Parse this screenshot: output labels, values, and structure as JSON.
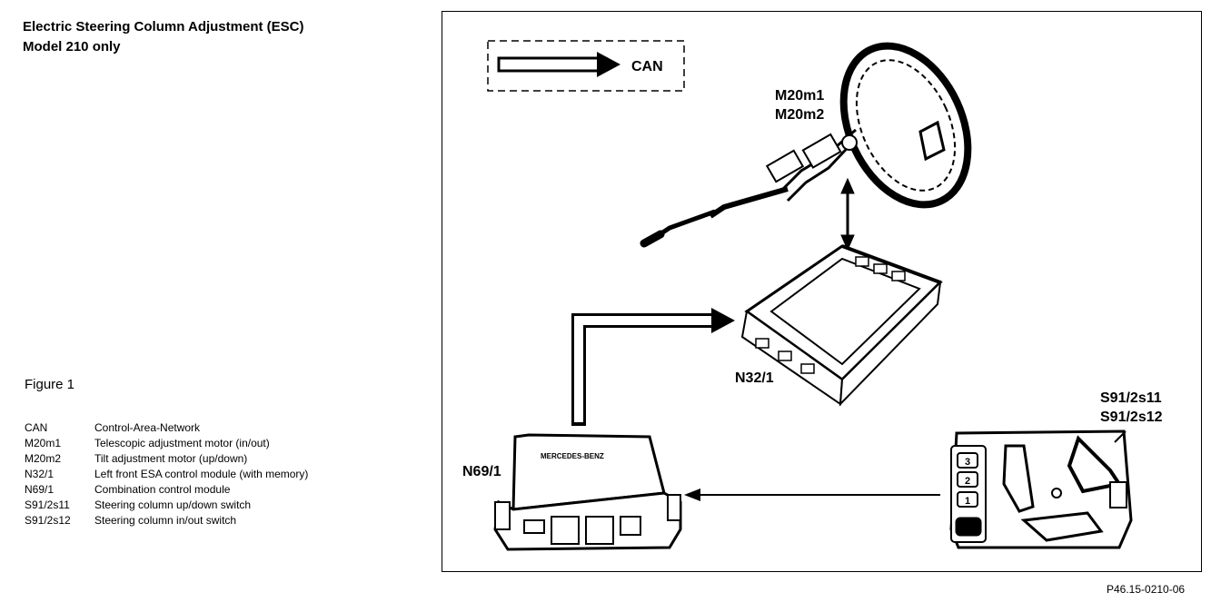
{
  "header": {
    "title_line1": "Electric Steering Column Adjustment (ESC)",
    "title_line2": "Model 210 only"
  },
  "figure_label": "Figure 1",
  "legend": [
    {
      "code": "CAN",
      "desc": "Control-Area-Network"
    },
    {
      "code": "M20m1",
      "desc": "Telescopic adjustment motor (in/out)"
    },
    {
      "code": "M20m2",
      "desc": "Tilt adjustment motor (up/down)"
    },
    {
      "code": "N32/1",
      "desc": "Left front ESA control module (with memory)"
    },
    {
      "code": "N69/1",
      "desc": "Combination control module"
    },
    {
      "code": "S91/2s11",
      "desc": "Steering column up/down switch"
    },
    {
      "code": "S91/2s12",
      "desc": "Steering column in/out switch"
    }
  ],
  "diagram": {
    "can_key": "CAN",
    "motor_label_1": "M20m1",
    "motor_label_2": "M20m2",
    "module_n32": "N32/1",
    "module_n69": "N69/1",
    "switch_label_1": "S91/2s11",
    "switch_label_2": "S91/2s12",
    "n69_brand": "MERCEDES-BENZ",
    "switch_buttons": [
      "3",
      "2",
      "1"
    ]
  },
  "figure_ref": "P46.15-0210-06"
}
